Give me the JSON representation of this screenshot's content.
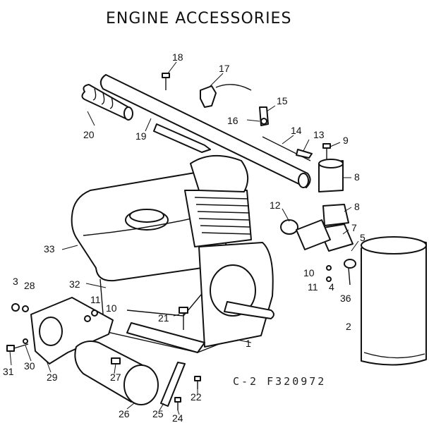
{
  "title": "ENGINE ACCESSORIES",
  "diagram_code": "C-2 F320972",
  "callouts": [
    {
      "id": "c1",
      "text": "1"
    },
    {
      "id": "c2",
      "text": "2"
    },
    {
      "id": "c3",
      "text": "3"
    },
    {
      "id": "c4",
      "text": "4"
    },
    {
      "id": "c5",
      "text": "5"
    },
    {
      "id": "c7",
      "text": "7"
    },
    {
      "id": "c8a",
      "text": "8"
    },
    {
      "id": "c8b",
      "text": "8"
    },
    {
      "id": "c9",
      "text": "9"
    },
    {
      "id": "c10a",
      "text": "10"
    },
    {
      "id": "c10b",
      "text": "10"
    },
    {
      "id": "c11a",
      "text": "11"
    },
    {
      "id": "c11b",
      "text": "11"
    },
    {
      "id": "c12",
      "text": "12"
    },
    {
      "id": "c13",
      "text": "13"
    },
    {
      "id": "c14",
      "text": "14"
    },
    {
      "id": "c15",
      "text": "15"
    },
    {
      "id": "c16",
      "text": "16"
    },
    {
      "id": "c17",
      "text": "17"
    },
    {
      "id": "c18",
      "text": "18"
    },
    {
      "id": "c19",
      "text": "19"
    },
    {
      "id": "c20",
      "text": "20"
    },
    {
      "id": "c21",
      "text": "21"
    },
    {
      "id": "c22",
      "text": "22"
    },
    {
      "id": "c24",
      "text": "24"
    },
    {
      "id": "c25",
      "text": "25"
    },
    {
      "id": "c26",
      "text": "26"
    },
    {
      "id": "c27",
      "text": "27"
    },
    {
      "id": "c28",
      "text": "28"
    },
    {
      "id": "c29",
      "text": "29"
    },
    {
      "id": "c30",
      "text": "30"
    },
    {
      "id": "c31",
      "text": "31"
    },
    {
      "id": "c32",
      "text": "32"
    },
    {
      "id": "c33",
      "text": "33"
    },
    {
      "id": "c36",
      "text": "36"
    }
  ]
}
